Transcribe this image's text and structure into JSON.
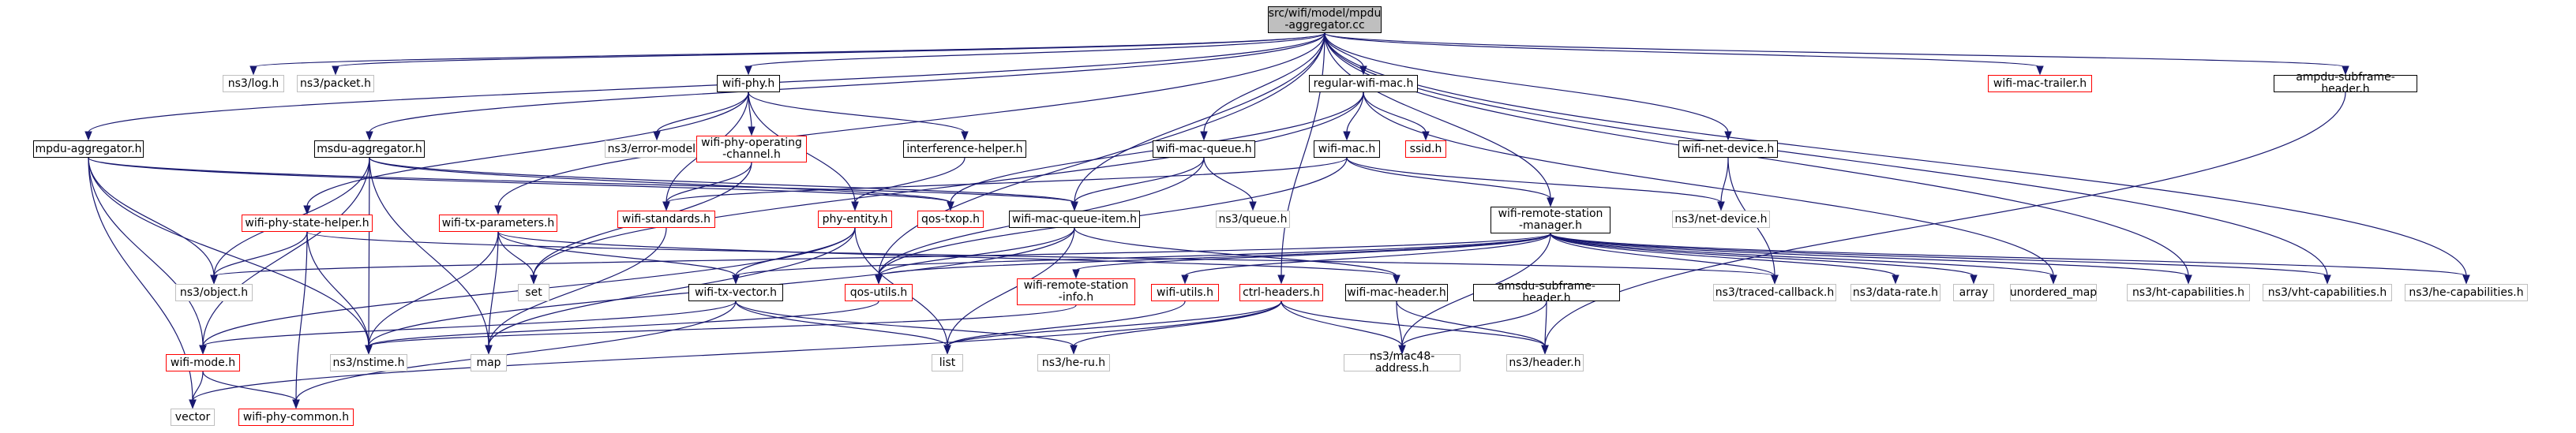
{
  "colors": {
    "edge": "#191970",
    "root_fill": "#bfbfbf",
    "red_border": "#ff0000",
    "gray_border": "#bfbfbf"
  },
  "nodes": {
    "root": {
      "label": "src/wifi/model/mpdu\n-aggregator.cc",
      "kind": "root"
    },
    "ns3_log_h": {
      "label": "ns3/log.h",
      "kind": "sys"
    },
    "ns3_packet_h": {
      "label": "ns3/packet.h",
      "kind": "sys"
    },
    "mpdu_aggregator_h": {
      "label": "mpdu-aggregator.h",
      "kind": "normal"
    },
    "wifi_phy_h": {
      "label": "wifi-phy.h",
      "kind": "normal"
    },
    "regular_wifi_mac_h": {
      "label": "regular-wifi-mac.h",
      "kind": "normal"
    },
    "wifi_mac_trailer_h": {
      "label": "wifi-mac-trailer.h",
      "kind": "red"
    },
    "ampdu_subframe_header_h": {
      "label": "ampdu-subframe-header.h",
      "kind": "normal"
    },
    "msdu_aggregator_h": {
      "label": "msdu-aggregator.h",
      "kind": "normal"
    },
    "ns3_error_model_h": {
      "label": "ns3/error-model.h",
      "kind": "sys"
    },
    "wifi_phy_operating_channel_h": {
      "label": "wifi-phy-operating\n-channel.h",
      "kind": "red"
    },
    "interference_helper_h": {
      "label": "interference-helper.h",
      "kind": "normal"
    },
    "wifi_mac_queue_h": {
      "label": "wifi-mac-queue.h",
      "kind": "normal"
    },
    "wifi_mac_h": {
      "label": "wifi-mac.h",
      "kind": "normal"
    },
    "ssid_h": {
      "label": "ssid.h",
      "kind": "red"
    },
    "wifi_net_device_h": {
      "label": "wifi-net-device.h",
      "kind": "normal"
    },
    "wifi_phy_state_helper_h": {
      "label": "wifi-phy-state-helper.h",
      "kind": "red"
    },
    "wifi_tx_parameters_h": {
      "label": "wifi-tx-parameters.h",
      "kind": "red"
    },
    "wifi_standards_h": {
      "label": "wifi-standards.h",
      "kind": "red"
    },
    "phy_entity_h": {
      "label": "phy-entity.h",
      "kind": "red"
    },
    "qos_txop_h": {
      "label": "qos-txop.h",
      "kind": "red"
    },
    "wifi_mac_queue_item_h": {
      "label": "wifi-mac-queue-item.h",
      "kind": "normal"
    },
    "ns3_queue_h": {
      "label": "ns3/queue.h",
      "kind": "sys"
    },
    "ns3_net_device_h": {
      "label": "ns3/net-device.h",
      "kind": "sys"
    },
    "wifi_remote_station_manager_h": {
      "label": "wifi-remote-station\n-manager.h",
      "kind": "normal"
    },
    "ns3_object_h": {
      "label": "ns3/object.h",
      "kind": "sys"
    },
    "set": {
      "label": "set",
      "kind": "sys"
    },
    "wifi_tx_vector_h": {
      "label": "wifi-tx-vector.h",
      "kind": "normal"
    },
    "qos_utils_h": {
      "label": "qos-utils.h",
      "kind": "red"
    },
    "wifi_remote_station_info_h": {
      "label": "wifi-remote-station\n-info.h",
      "kind": "red"
    },
    "wifi_utils_h": {
      "label": "wifi-utils.h",
      "kind": "red"
    },
    "ctrl_headers_h": {
      "label": "ctrl-headers.h",
      "kind": "red"
    },
    "wifi_mac_header_h": {
      "label": "wifi-mac-header.h",
      "kind": "normal"
    },
    "amsdu_subframe_header_h": {
      "label": "amsdu-subframe-header.h",
      "kind": "normal"
    },
    "ns3_traced_callback_h": {
      "label": "ns3/traced-callback.h",
      "kind": "sys"
    },
    "ns3_data_rate_h": {
      "label": "ns3/data-rate.h",
      "kind": "sys"
    },
    "array": {
      "label": "array",
      "kind": "sys"
    },
    "unordered_map": {
      "label": "unordered_map",
      "kind": "sys"
    },
    "ns3_ht_capabilities_h": {
      "label": "ns3/ht-capabilities.h",
      "kind": "sys"
    },
    "ns3_vht_capabilities_h": {
      "label": "ns3/vht-capabilities.h",
      "kind": "sys"
    },
    "ns3_he_capabilities_h": {
      "label": "ns3/he-capabilities.h",
      "kind": "sys"
    },
    "wifi_mode_h": {
      "label": "wifi-mode.h",
      "kind": "red"
    },
    "ns3_nstime_h": {
      "label": "ns3/nstime.h",
      "kind": "sys"
    },
    "map": {
      "label": "map",
      "kind": "sys"
    },
    "list": {
      "label": "list",
      "kind": "sys"
    },
    "ns3_he_ru_h": {
      "label": "ns3/he-ru.h",
      "kind": "sys"
    },
    "ns3_mac48_address_h": {
      "label": "ns3/mac48-address.h",
      "kind": "sys"
    },
    "ns3_header_h": {
      "label": "ns3/header.h",
      "kind": "sys"
    },
    "vector": {
      "label": "vector",
      "kind": "sys"
    },
    "wifi_phy_common_h": {
      "label": "wifi-phy-common.h",
      "kind": "red"
    }
  },
  "edges": [
    [
      "root",
      "ns3_log_h"
    ],
    [
      "root",
      "ns3_packet_h"
    ],
    [
      "root",
      "mpdu_aggregator_h"
    ],
    [
      "root",
      "wifi_phy_h"
    ],
    [
      "root",
      "regular_wifi_mac_h"
    ],
    [
      "root",
      "wifi_mac_trailer_h"
    ],
    [
      "root",
      "ampdu_subframe_header_h"
    ],
    [
      "root",
      "msdu_aggregator_h"
    ],
    [
      "root",
      "wifi_tx_parameters_h"
    ],
    [
      "root",
      "wifi_mac_queue_h"
    ],
    [
      "root",
      "wifi_mac_queue_item_h"
    ],
    [
      "root",
      "wifi_net_device_h"
    ],
    [
      "root",
      "wifi_remote_station_manager_h"
    ],
    [
      "root",
      "ctrl_headers_h"
    ],
    [
      "root",
      "qos_utils_h"
    ],
    [
      "root",
      "ns3_ht_capabilities_h"
    ],
    [
      "root",
      "ns3_vht_capabilities_h"
    ],
    [
      "root",
      "ns3_he_capabilities_h"
    ],
    [
      "mpdu_aggregator_h",
      "ns3_object_h"
    ],
    [
      "mpdu_aggregator_h",
      "wifi_mode_h"
    ],
    [
      "mpdu_aggregator_h",
      "ns3_nstime_h"
    ],
    [
      "mpdu_aggregator_h",
      "vector"
    ],
    [
      "mpdu_aggregator_h",
      "qos_txop_h"
    ],
    [
      "mpdu_aggregator_h",
      "wifi_mac_queue_item_h"
    ],
    [
      "wifi_phy_h",
      "ns3_error_model_h"
    ],
    [
      "wifi_phy_h",
      "wifi_phy_operating_channel_h"
    ],
    [
      "wifi_phy_h",
      "interference_helper_h"
    ],
    [
      "wifi_phy_h",
      "wifi_phy_state_helper_h"
    ],
    [
      "wifi_phy_h",
      "wifi_standards_h"
    ],
    [
      "wifi_phy_h",
      "phy_entity_h"
    ],
    [
      "regular_wifi_mac_h",
      "wifi_mac_h"
    ],
    [
      "regular_wifi_mac_h",
      "ssid_h"
    ],
    [
      "regular_wifi_mac_h",
      "qos_txop_h"
    ],
    [
      "regular_wifi_mac_h",
      "unordered_map"
    ],
    [
      "regular_wifi_mac_h",
      "set"
    ],
    [
      "ampdu_subframe_header_h",
      "ns3_header_h"
    ],
    [
      "msdu_aggregator_h",
      "ns3_object_h"
    ],
    [
      "msdu_aggregator_h",
      "map"
    ],
    [
      "msdu_aggregator_h",
      "ns3_nstime_h"
    ],
    [
      "msdu_aggregator_h",
      "wifi_mode_h"
    ],
    [
      "msdu_aggregator_h",
      "qos_txop_h"
    ],
    [
      "msdu_aggregator_h",
      "wifi_mac_queue_item_h"
    ],
    [
      "wifi_phy_operating_channel_h",
      "wifi_standards_h"
    ],
    [
      "wifi_phy_operating_channel_h",
      "set"
    ],
    [
      "interference_helper_h",
      "phy_entity_h"
    ],
    [
      "wifi_mac_queue_h",
      "wifi_mac_queue_item_h"
    ],
    [
      "wifi_mac_queue_h",
      "ns3_queue_h"
    ],
    [
      "wifi_mac_queue_h",
      "qos_utils_h"
    ],
    [
      "wifi_mac_h",
      "wifi_standards_h"
    ],
    [
      "wifi_mac_h",
      "wifi_remote_station_manager_h"
    ],
    [
      "wifi_mac_h",
      "ns3_net_device_h"
    ],
    [
      "wifi_mac_h",
      "qos_utils_h"
    ],
    [
      "wifi_net_device_h",
      "ns3_net_device_h"
    ],
    [
      "wifi_net_device_h",
      "ns3_traced_callback_h"
    ],
    [
      "wifi_phy_state_helper_h",
      "ns3_object_h"
    ],
    [
      "wifi_phy_state_helper_h",
      "ns3_nstime_h"
    ],
    [
      "wifi_phy_state_helper_h",
      "wifi_phy_common_h"
    ],
    [
      "wifi_phy_state_helper_h",
      "ns3_traced_callback_h"
    ],
    [
      "wifi_tx_parameters_h",
      "wifi_tx_vector_h"
    ],
    [
      "wifi_tx_parameters_h",
      "ns3_nstime_h"
    ],
    [
      "wifi_tx_parameters_h",
      "set"
    ],
    [
      "wifi_tx_parameters_h",
      "map"
    ],
    [
      "wifi_tx_parameters_h",
      "wifi_mac_header_h"
    ],
    [
      "wifi_standards_h",
      "map"
    ],
    [
      "phy_entity_h",
      "wifi_tx_vector_h"
    ],
    [
      "phy_entity_h",
      "list"
    ],
    [
      "phy_entity_h",
      "map"
    ],
    [
      "phy_entity_h",
      "wifi_mode_h"
    ],
    [
      "wifi_mac_queue_item_h",
      "wifi_mac_header_h"
    ],
    [
      "wifi_mac_queue_item_h",
      "qos_utils_h"
    ],
    [
      "wifi_mac_queue_item_h",
      "list"
    ],
    [
      "wifi_mac_queue_item_h",
      "ns3_nstime_h"
    ],
    [
      "wifi_remote_station_manager_h",
      "wifi_tx_vector_h"
    ],
    [
      "wifi_remote_station_manager_h",
      "ns3_object_h"
    ],
    [
      "wifi_remote_station_manager_h",
      "qos_utils_h"
    ],
    [
      "wifi_remote_station_manager_h",
      "wifi_remote_station_info_h"
    ],
    [
      "wifi_remote_station_manager_h",
      "wifi_utils_h"
    ],
    [
      "wifi_remote_station_manager_h",
      "ns3_mac48_address_h"
    ],
    [
      "wifi_remote_station_manager_h",
      "ns3_traced_callback_h"
    ],
    [
      "wifi_remote_station_manager_h",
      "ns3_data_rate_h"
    ],
    [
      "wifi_remote_station_manager_h",
      "array"
    ],
    [
      "wifi_remote_station_manager_h",
      "unordered_map"
    ],
    [
      "wifi_remote_station_manager_h",
      "ns3_ht_capabilities_h"
    ],
    [
      "wifi_remote_station_manager_h",
      "ns3_vht_capabilities_h"
    ],
    [
      "wifi_remote_station_manager_h",
      "ns3_he_capabilities_h"
    ],
    [
      "wifi_tx_vector_h",
      "wifi_mode_h"
    ],
    [
      "wifi_tx_vector_h",
      "list"
    ],
    [
      "wifi_tx_vector_h",
      "ns3_he_ru_h"
    ],
    [
      "wifi_tx_vector_h",
      "wifi_phy_common_h"
    ],
    [
      "qos_utils_h",
      "ns3_nstime_h"
    ],
    [
      "wifi_remote_station_info_h",
      "ns3_nstime_h"
    ],
    [
      "wifi_utils_h",
      "list"
    ],
    [
      "ctrl_headers_h",
      "list"
    ],
    [
      "ctrl_headers_h",
      "vector"
    ],
    [
      "ctrl_headers_h",
      "ns3_he_ru_h"
    ],
    [
      "ctrl_headers_h",
      "ns3_mac48_address_h"
    ],
    [
      "ctrl_headers_h",
      "ns3_header_h"
    ],
    [
      "wifi_mac_header_h",
      "ns3_mac48_address_h"
    ],
    [
      "wifi_mac_header_h",
      "ns3_header_h"
    ],
    [
      "amsdu_subframe_header_h",
      "ns3_mac48_address_h"
    ],
    [
      "amsdu_subframe_header_h",
      "ns3_header_h"
    ],
    [
      "wifi_mode_h",
      "vector"
    ],
    [
      "wifi_mode_h",
      "wifi_phy_common_h"
    ]
  ]
}
